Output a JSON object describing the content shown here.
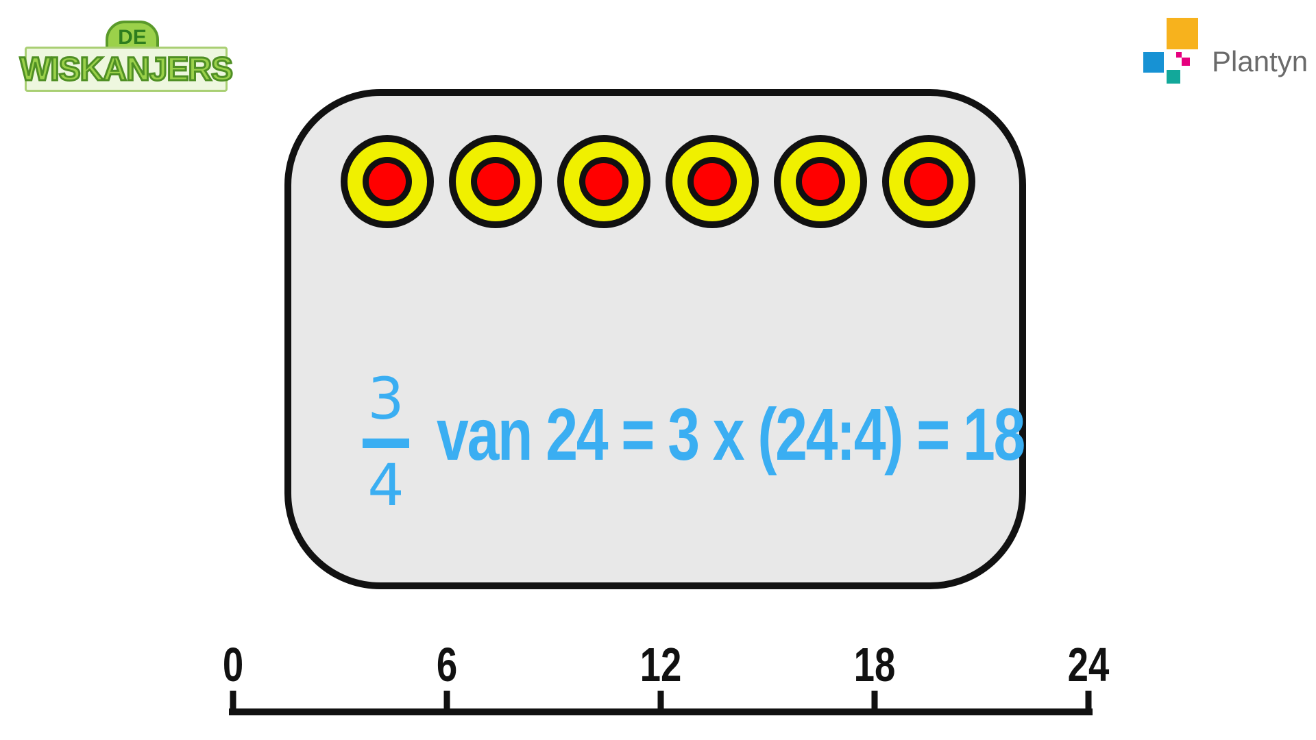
{
  "logo_left": {
    "top_word": "DE",
    "main_word": "WISKANJERS"
  },
  "logo_right": {
    "brand": "Plantyn",
    "colors": [
      "#f7b21d",
      "#1792d4",
      "#12a89a",
      "#e6007e"
    ]
  },
  "counters": {
    "count": 6,
    "outer_color": "#f0f000",
    "inner_color": "#ff0000",
    "outline_color": "#111111"
  },
  "equation": {
    "numerator": "3",
    "denominator": "4",
    "text": "van 24 = 3 x (24:4) = 18",
    "color": "#3aaef2"
  },
  "number_line": {
    "ticks": [
      "0",
      "6",
      "12",
      "18",
      "24"
    ],
    "min": 0,
    "max": 24
  }
}
